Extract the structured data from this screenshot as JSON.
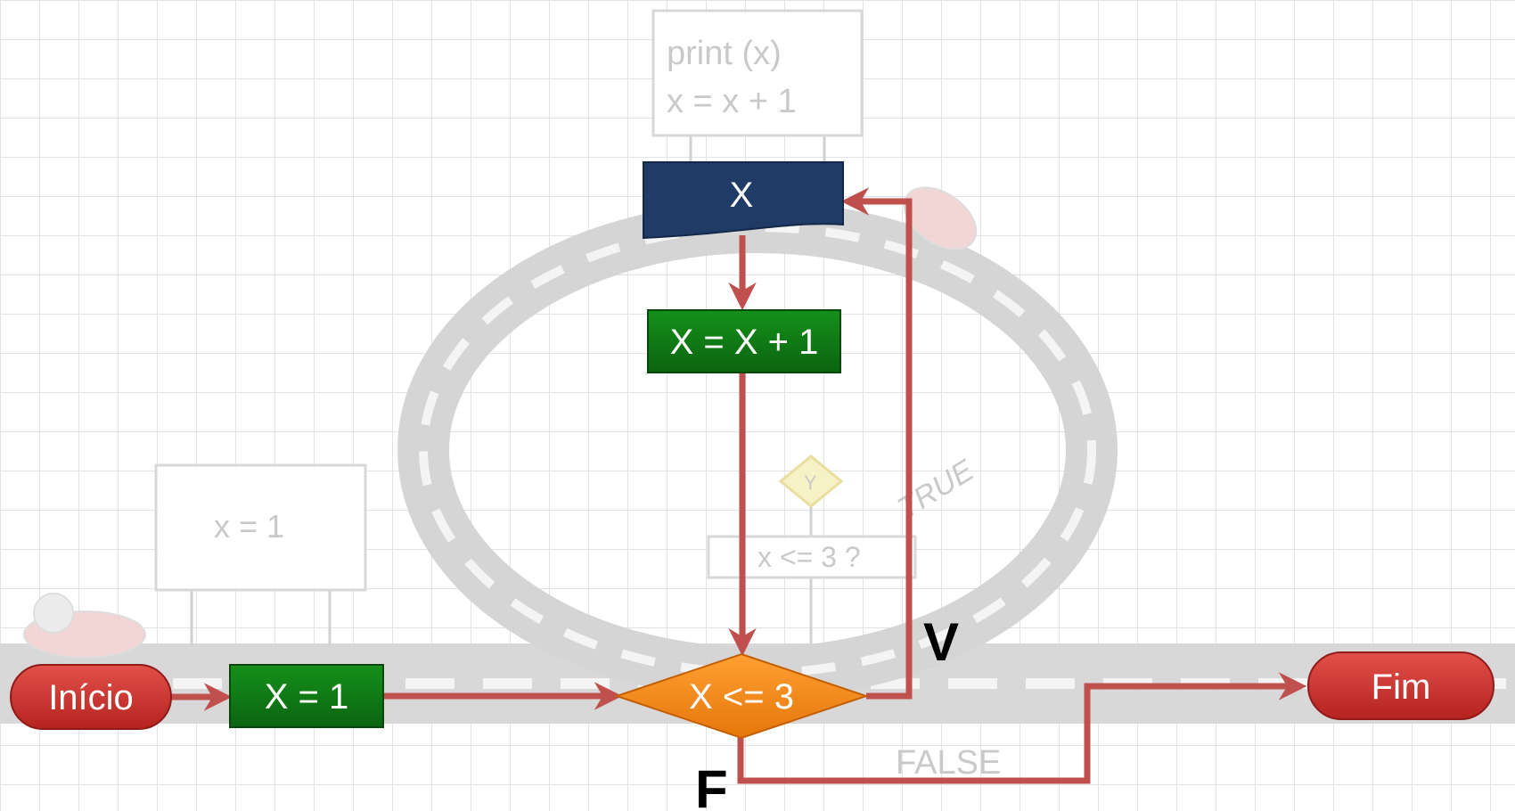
{
  "background_sign_top": {
    "line1": "print (x)",
    "line2": "x = x + 1"
  },
  "background_sign_left": {
    "text": "x = 1"
  },
  "background_sign_mid": {
    "text": "x <= 3 ?",
    "sign_glyph": "Y"
  },
  "background_track_text_true": "TRUE",
  "background_track_text_false": "FALSE",
  "nodes": {
    "start": "Início",
    "init": "X = 1",
    "condition": "X <= 3",
    "output": "X",
    "increment": "X = X + 1",
    "end": "Fim"
  },
  "branch_labels": {
    "true": "V",
    "false": "F"
  },
  "colors": {
    "terminal": "#c62828",
    "process": "#0e7a12",
    "decision": "#f5870f",
    "output": "#1f3b66",
    "arrow": "#c0504d",
    "track": "#d3d3d3"
  }
}
